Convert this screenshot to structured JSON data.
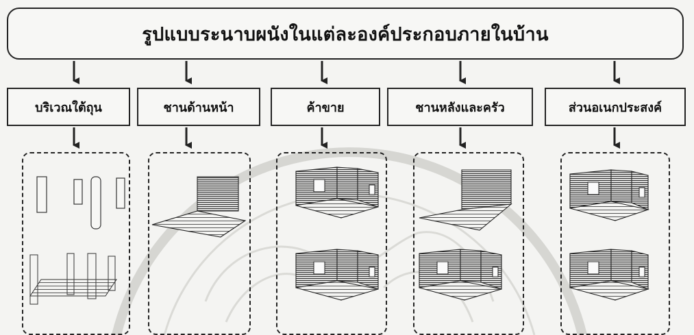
{
  "title": "รูปแบบระนาบผนังในแต่ละองค์ประกอบภายในบ้าน",
  "categories": [
    {
      "label": "บริเวณใต้ถุน"
    },
    {
      "label": "ชานด้านหน้า"
    },
    {
      "label": "ค้าขาย"
    },
    {
      "label": "ชานหลังและครัว"
    },
    {
      "label": "ส่วนอเนกประสงค์"
    }
  ]
}
